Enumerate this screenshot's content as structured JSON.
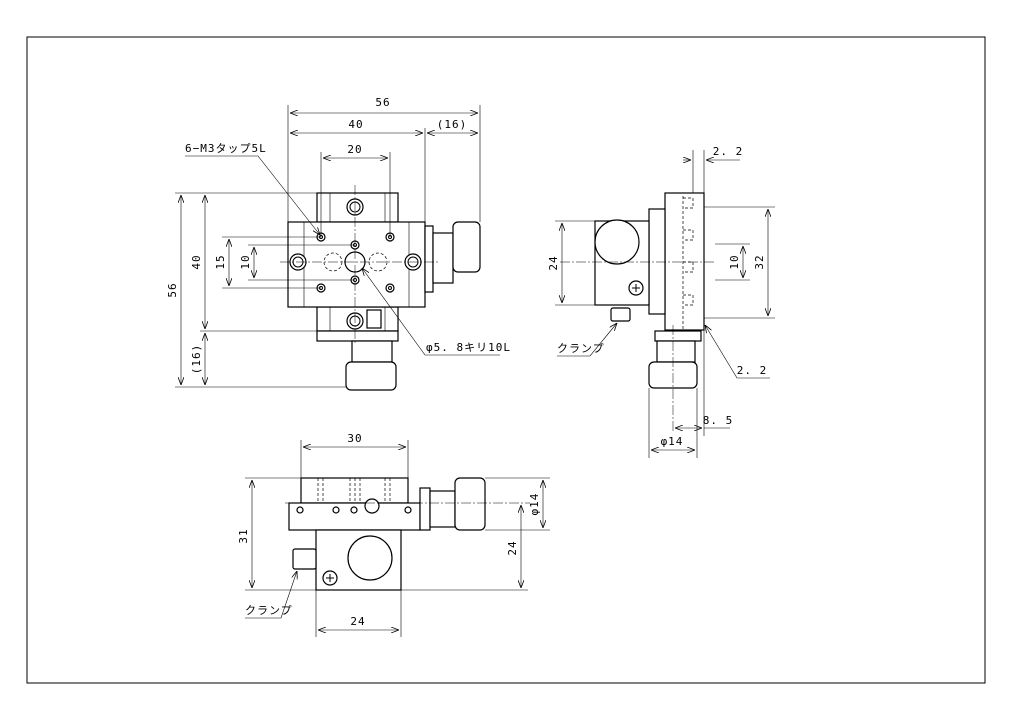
{
  "drawing": {
    "top_view": {
      "dim_overall_width": "56",
      "dim_body_width": "40",
      "dim_knob_protrusion": "(16)",
      "dim_hole_pitch_x": "20",
      "dim_overall_height": "56",
      "dim_body_height": "40",
      "dim_knob_protrusion_v": "(16)",
      "dim_hole_pitch_y_outer": "15",
      "dim_hole_pitch_y_inner": "10",
      "note_tapped_holes": "6−M3タップ5L",
      "note_through_hole": "φ5. 8キリ10L"
    },
    "side_view": {
      "dim_top_offset": "2. 2",
      "dim_clamp_height": "24",
      "dim_inner_pitch": "10",
      "dim_outer_pitch": "32",
      "dim_bottom_offset": "2. 2",
      "dim_knob_offset": "8. 5",
      "dim_knob_diameter": "φ14",
      "label_clamp": "クランプ"
    },
    "bottom_view": {
      "dim_plate_width": "30",
      "dim_total_height": "31",
      "dim_knob_diameter": "φ14",
      "dim_clamp_height": "24",
      "dim_clamp_width": "24",
      "label_clamp": "クランプ"
    }
  }
}
